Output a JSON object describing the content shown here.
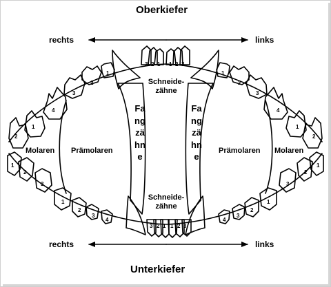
{
  "upper_jaw_title": "Oberkiefer",
  "lower_jaw_title": "Unterkiefer",
  "directions": {
    "top_left": "rechts",
    "top_right": "links",
    "bottom_left": "rechts",
    "bottom_right": "links"
  },
  "zones": {
    "incisors_top_line1": "Schneide-",
    "incisors_top_line2": "zähne",
    "incisors_bottom_line1": "Schneide-",
    "incisors_bottom_line2": "zähne",
    "canine_left": "Fangzähne",
    "canine_right": "Fangzähne",
    "premolars_left": "Prämolaren",
    "premolars_right": "Prämolaren",
    "molars_left": "Molaren",
    "molars_right": "Molaren"
  },
  "tooth_numbers": {
    "upper_incisors": [
      "3",
      "2",
      "1",
      "1",
      "2",
      "3"
    ],
    "lower_incisors": [
      "3",
      "2",
      "1",
      "1",
      "2",
      "3"
    ],
    "upper_right_premolars": [
      "1",
      "2",
      "3",
      "4"
    ],
    "upper_right_molars": [
      "1",
      "2"
    ],
    "upper_left_premolars": [
      "1",
      "2",
      "3",
      "4"
    ],
    "upper_left_molars": [
      "1",
      "2"
    ],
    "lower_right_premolars": [
      "1",
      "2",
      "3",
      "4"
    ],
    "lower_right_molars": [
      "1",
      "2",
      "3"
    ],
    "lower_left_premolars": [
      "1",
      "2",
      "3",
      "4"
    ],
    "lower_left_molars": [
      "1",
      "2",
      "3"
    ]
  },
  "colors": {
    "ink": "#000000",
    "paper": "#ffffff",
    "frame_shadow": "#d6d6d6"
  }
}
